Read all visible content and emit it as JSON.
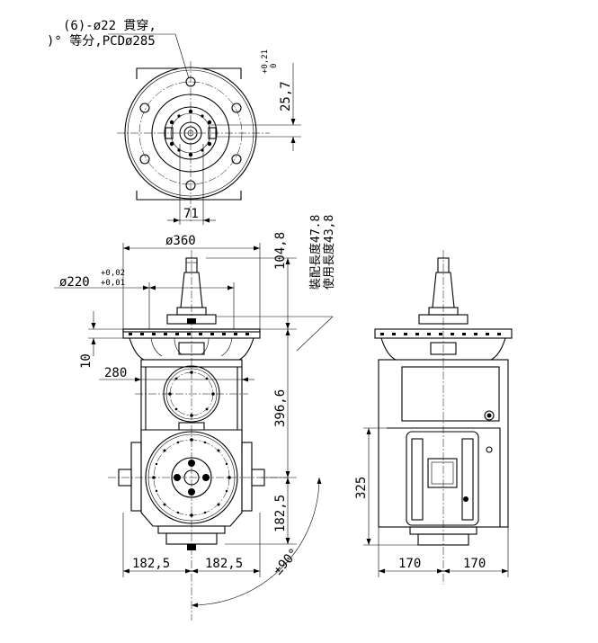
{
  "top_view": {
    "note_line1": "(6)-ø22 貫穿,",
    "note_line2": ")° 等分,PCDø285",
    "dim_offset": "25,7",
    "dim_offset_tol_upper": "+0,21",
    "dim_offset_tol_lower": "0",
    "dim_key_width": "71"
  },
  "front_view": {
    "dim_flange_dia": "ø360",
    "dim_pilot_dia": "ø220",
    "dim_pilot_tol_upper": "+0,02",
    "dim_pilot_tol_lower": "+0,01",
    "dim_flange_thk": "10",
    "dim_body_width": "280",
    "dim_tool_height": "104,8",
    "dim_body_height": "396,6",
    "dim_spindle_height": "182,5",
    "dim_left_half": "182,5",
    "dim_right_half": "182,5",
    "dim_rotation": "±90°",
    "note_install_length": "裝配長度47.8",
    "note_use_length": "使用長度43,8"
  },
  "side_view": {
    "dim_height": "325",
    "dim_left": "170",
    "dim_right": "170"
  }
}
